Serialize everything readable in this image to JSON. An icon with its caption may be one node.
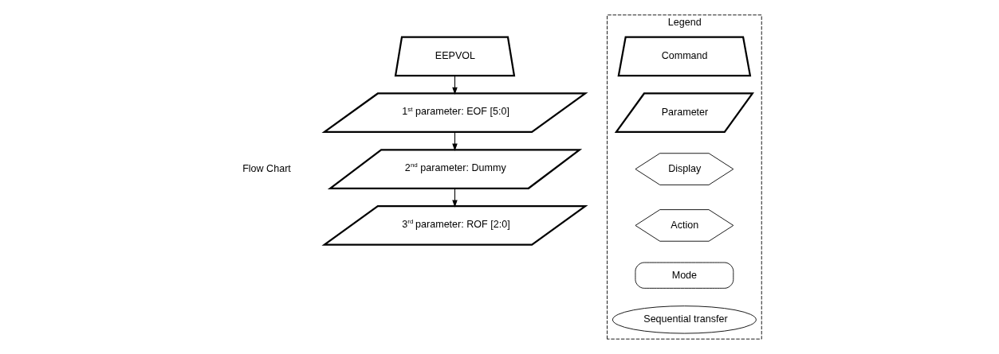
{
  "diagram": {
    "nodes": [
      {
        "text": [
          "EEPVOL"
        ]
      },
      {
        "text": [
          "1$^{st}$ parameter: EOF [5:0]"
        ]
      },
      {
        "text": [
          "2$^{nd}$ parameter: Dummy"
        ]
      },
      {
        "text": [
          "3$^{rd}$ parameter: ROF [2:0]"
        ]
      },
      {
        "text": [
          "Legend"
        ]
      },
      {
        "text": [
          "Command"
        ],
        "in": 4
      },
      {
        "text": [
          "Parameter"
        ],
        "in": 4
      },
      {
        "text": [
          "Display"
        ],
        "in": 4
      },
      {
        "text": [
          "Action"
        ],
        "in": 4
      },
      {
        "text": [
          "Mode"
        ],
        "in": 4
      },
      {
        "text": [
          "Sequential transfer"
        ],
        "in": 4
      }
    ],
    "edges": [
      {
        "from": 0,
        "to": 1,
        "arrow": "to"
      },
      {
        "from": 1,
        "to": 2,
        "arrow": "to"
      },
      {
        "from": 2,
        "to": 3,
        "arrow": "to"
      }
    ],
    "labels": [
      "Flow Chart"
    ]
  }
}
